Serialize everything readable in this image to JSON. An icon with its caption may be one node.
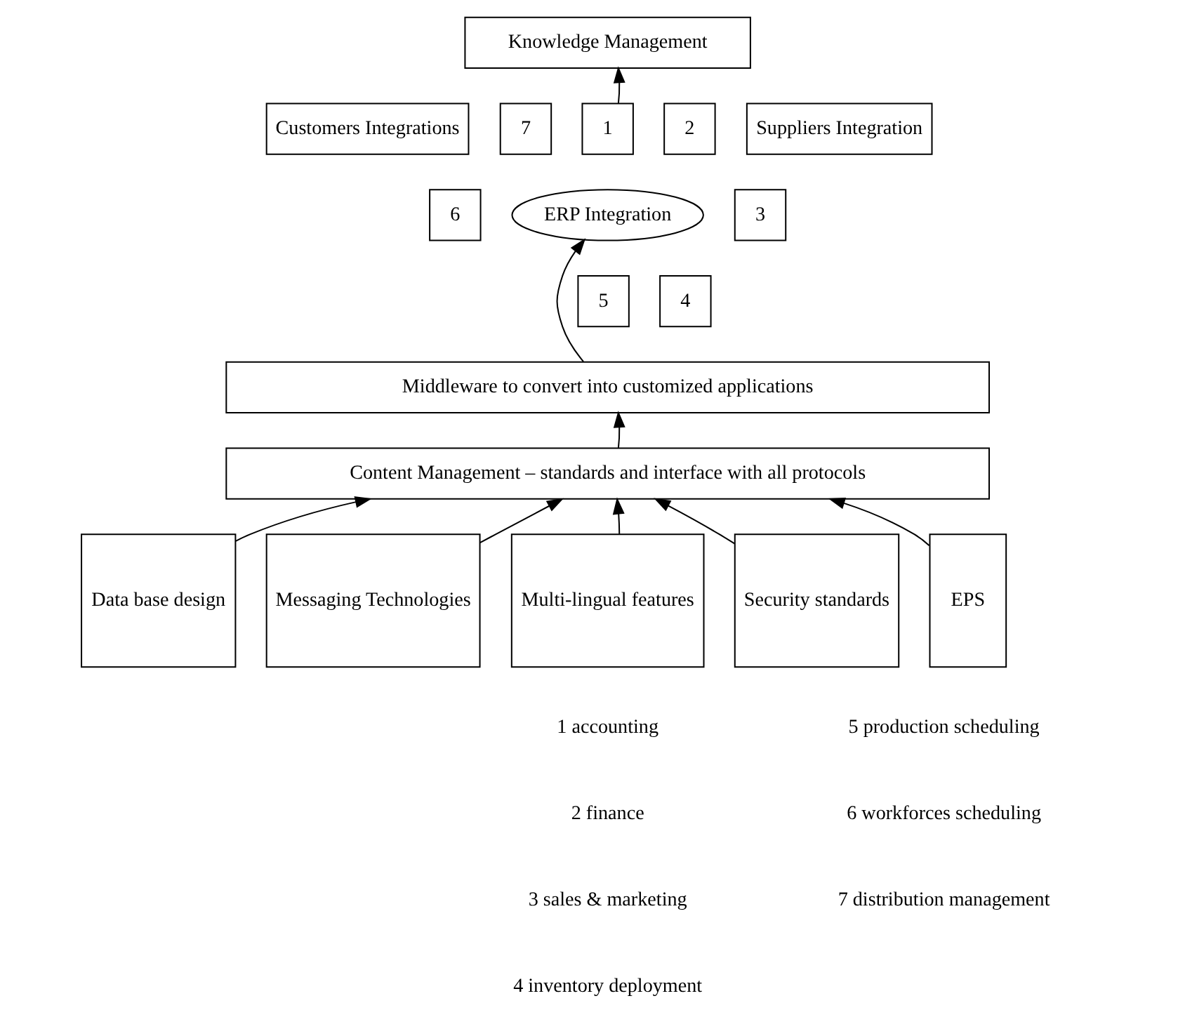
{
  "diagram": {
    "nodes": [
      {
        "text": [
          "Knowledge Management"
        ]
      },
      {
        "text": [
          "Customers Integrations"
        ]
      },
      {
        "text": [
          "7"
        ]
      },
      {
        "text": [
          "1"
        ]
      },
      {
        "text": [
          "2"
        ]
      },
      {
        "text": [
          "Suppliers Integration"
        ]
      },
      {
        "text": [
          "6"
        ]
      },
      {
        "text": [
          "ERP Integration"
        ]
      },
      {
        "text": [
          "3"
        ]
      },
      {
        "text": [
          "5"
        ]
      },
      {
        "text": [
          "4"
        ]
      },
      {
        "text": [
          "Middleware to convert into customized applications"
        ]
      },
      {
        "text": [
          "Content Management – standards and interface with all protocols"
        ]
      },
      {
        "text": [
          "Data base design"
        ]
      },
      {
        "text": [
          "Messaging Technologies"
        ]
      },
      {
        "text": [
          "Multi-lingual features"
        ]
      },
      {
        "text": [
          "Security standards"
        ]
      },
      {
        "text": [
          "EPS"
        ]
      }
    ],
    "edges": [
      {
        "from": 3,
        "to": 0,
        "arrow": "to"
      },
      {
        "from": 11,
        "to": 7,
        "arrow": "to"
      },
      {
        "from": 12,
        "to": 11,
        "arrow": "to"
      },
      {
        "from": 13,
        "to": 12,
        "arrow": "to"
      },
      {
        "from": 14,
        "to": 12,
        "arrow": "to"
      },
      {
        "from": 15,
        "to": 12,
        "arrow": "to"
      },
      {
        "from": 16,
        "to": 12,
        "arrow": "to"
      },
      {
        "from": 17,
        "to": 12,
        "arrow": "to"
      }
    ],
    "labels": [
      "1 accounting",
      "5 production scheduling",
      "2 finance",
      "6 workforces scheduling",
      "3 sales & marketing",
      "7 distribution management",
      "4 inventory deployment"
    ]
  }
}
